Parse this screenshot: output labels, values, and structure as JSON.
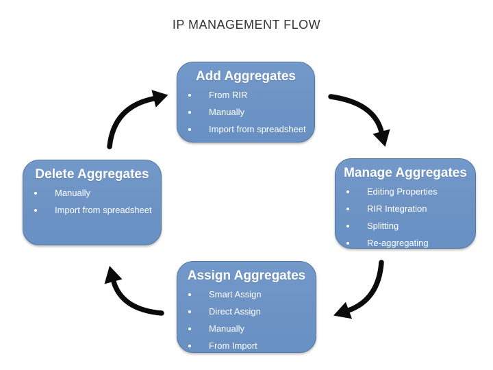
{
  "title": "IP MANAGEMENT FLOW",
  "colors": {
    "box_fill": "#6d93c5",
    "box_border": "#55799f",
    "box_text": "#ffffff",
    "arrow": "#0b0b0b",
    "title_text": "#343434",
    "background": "#ffffff"
  },
  "boxes": [
    {
      "id": "add",
      "heading": "Add Aggregates",
      "items": [
        "From RIR",
        "Manually",
        "Import from spreadsheet"
      ]
    },
    {
      "id": "manage",
      "heading": "Manage Aggregates",
      "items": [
        "Editing Properties",
        "RIR Integration",
        "Splitting",
        "Re-aggregating"
      ]
    },
    {
      "id": "assign",
      "heading": "Assign Aggregates",
      "items": [
        "Smart Assign",
        "Direct Assign",
        "Manually",
        "From Import"
      ]
    },
    {
      "id": "delete",
      "heading": "Delete Aggregates",
      "items": [
        "Manually",
        "Import from spreadsheet"
      ]
    }
  ],
  "arrows": [
    {
      "from": "Add Aggregates",
      "to": "Manage Aggregates"
    },
    {
      "from": "Manage Aggregates",
      "to": "Assign Aggregates"
    },
    {
      "from": "Assign Aggregates",
      "to": "Delete Aggregates"
    },
    {
      "from": "Delete Aggregates",
      "to": "Add Aggregates"
    }
  ]
}
